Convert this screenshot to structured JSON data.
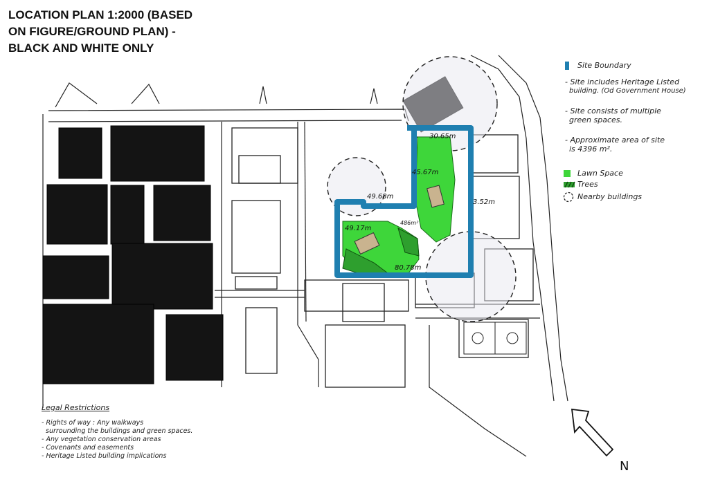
{
  "title": {
    "line1": "LOCATION PLAN 1:2000 (BASED",
    "line2": "ON FIGURE/GROUND PLAN) -",
    "line3": "BLACK AND WHITE ONLY"
  },
  "legend": {
    "site_boundary": "Site Boundary",
    "heritage_1": "- Site includes Heritage Listed",
    "heritage_2": "building. (Od Government House)",
    "green_1": "- Site consists of multiple",
    "green_2": "green spaces.",
    "area_1": "- Approximate area of site",
    "area_2": "is 4396 m².",
    "lawn": "Lawn Space",
    "trees": "Trees",
    "nearby": "Nearby buildings",
    "colors": {
      "boundary": "#1f7fb0",
      "lawn": "#3ed63a",
      "trees": "#1f8a1f"
    }
  },
  "dimensions": {
    "d1": "30.65m",
    "d2": "45.67m",
    "d3": "49.68m",
    "d4": "49.17m",
    "d5": "486m²",
    "d6": "3.52m",
    "d7": "80.78m"
  },
  "legal": {
    "heading": "Legal Restrictions",
    "items": [
      "- Rights of way : Any walkways",
      "surrounding the buildings and green spaces.",
      "- Any vegetation conservation areas",
      "- Covenants and easements",
      "- Heritage Listed building implications"
    ]
  },
  "north_label": "N"
}
